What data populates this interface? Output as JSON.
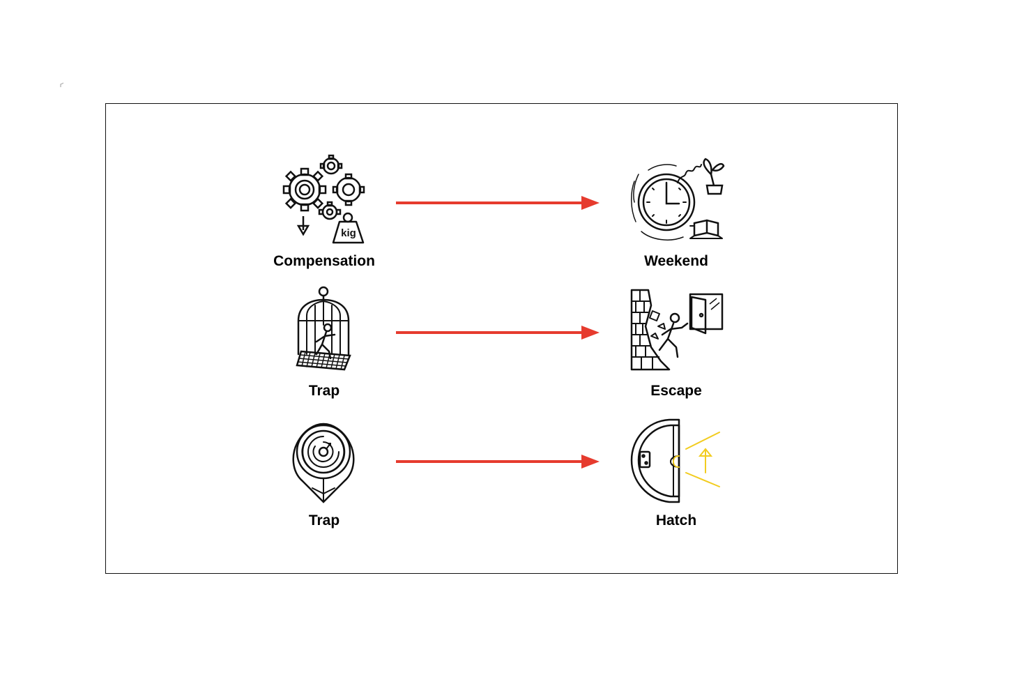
{
  "diagram": {
    "rows": [
      {
        "from": {
          "label": "Compensation",
          "icon": "gears-weight-icon"
        },
        "to": {
          "label": "Weekend",
          "icon": "clock-spring-icon"
        }
      },
      {
        "from": {
          "label": "Trap",
          "icon": "birdcage-icon"
        },
        "to": {
          "label": "Escape",
          "icon": "escape-door-icon"
        }
      },
      {
        "from": {
          "label": "Trap",
          "icon": "maze-pin-icon"
        },
        "to": {
          "label": "Hatch",
          "icon": "hatch-door-icon"
        }
      }
    ]
  },
  "colors": {
    "arrow": "#e63b2e",
    "ink": "#111111",
    "accent": "#f2cc1f"
  }
}
